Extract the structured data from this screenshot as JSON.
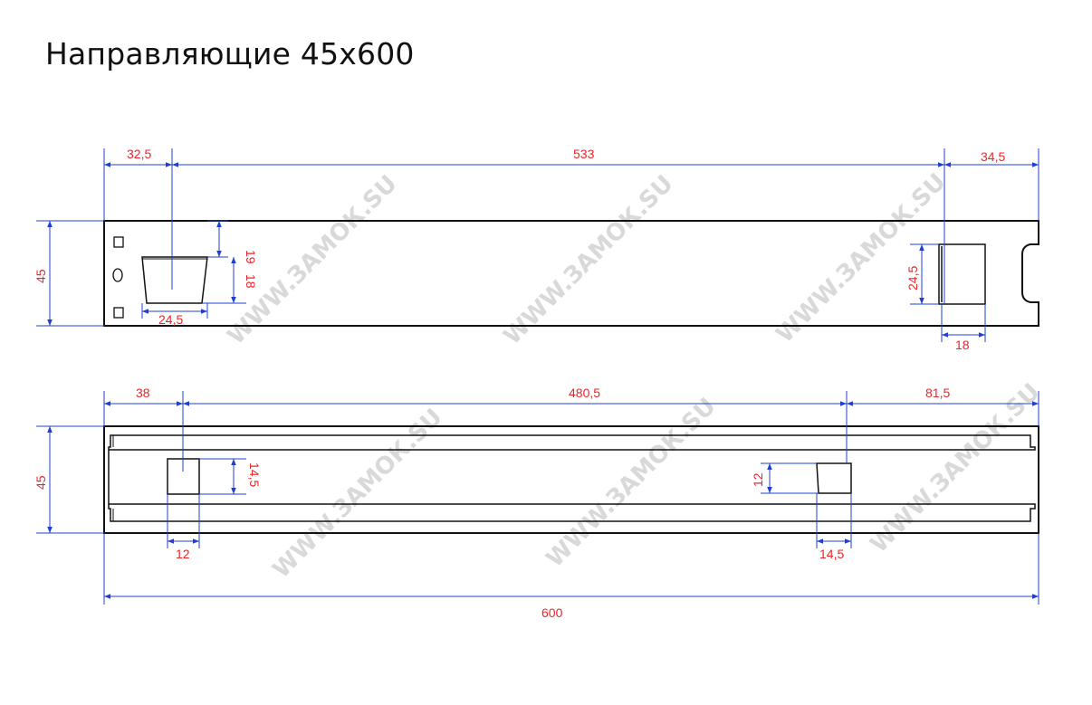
{
  "title": "Направляющие 45х600",
  "watermark": "WWW.ЗАМОК.SU",
  "top_view": {
    "dims": {
      "left_offset": "32,5",
      "span": "533",
      "right_offset": "34,5",
      "height": "45",
      "slot_width": "24,5",
      "slot_top": "19",
      "slot_height": "18",
      "right_slot_height": "24,5",
      "right_slot_width": "18"
    }
  },
  "bottom_view": {
    "dims": {
      "left_offset": "38",
      "span": "480,5",
      "right_offset": "81,5",
      "height": "45",
      "left_slot_height": "14,5",
      "left_slot_width": "12",
      "right_slot_height": "12",
      "right_slot_width": "14,5",
      "total_length": "600"
    }
  },
  "colors": {
    "dimension_text": "#e8262a",
    "dimension_line": "#1f3fd1",
    "outline": "#111111"
  }
}
